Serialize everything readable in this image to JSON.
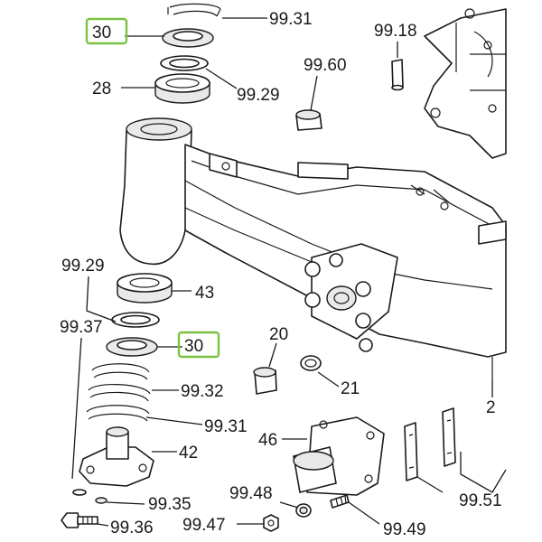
{
  "callouts": {
    "c_30_top": "30",
    "c_99_31_top": "99.31",
    "c_28": "28",
    "c_99_29_top": "99.29",
    "c_99_18": "99.18",
    "c_99_60": "99.60",
    "c_99_29_left": "99.29",
    "c_43": "43",
    "c_99_37": "99.37",
    "c_30_mid": "30",
    "c_20": "20",
    "c_99_32": "99.32",
    "c_21": "21",
    "c_2": "2",
    "c_99_31_bottom": "99.31",
    "c_46": "46",
    "c_42": "42",
    "c_99_51": "99.51",
    "c_99_35": "99.35",
    "c_99_48": "99.48",
    "c_99_36": "99.36",
    "c_99_47": "99.47",
    "c_99_49": "99.49"
  },
  "highlight_color": "#7cc242"
}
